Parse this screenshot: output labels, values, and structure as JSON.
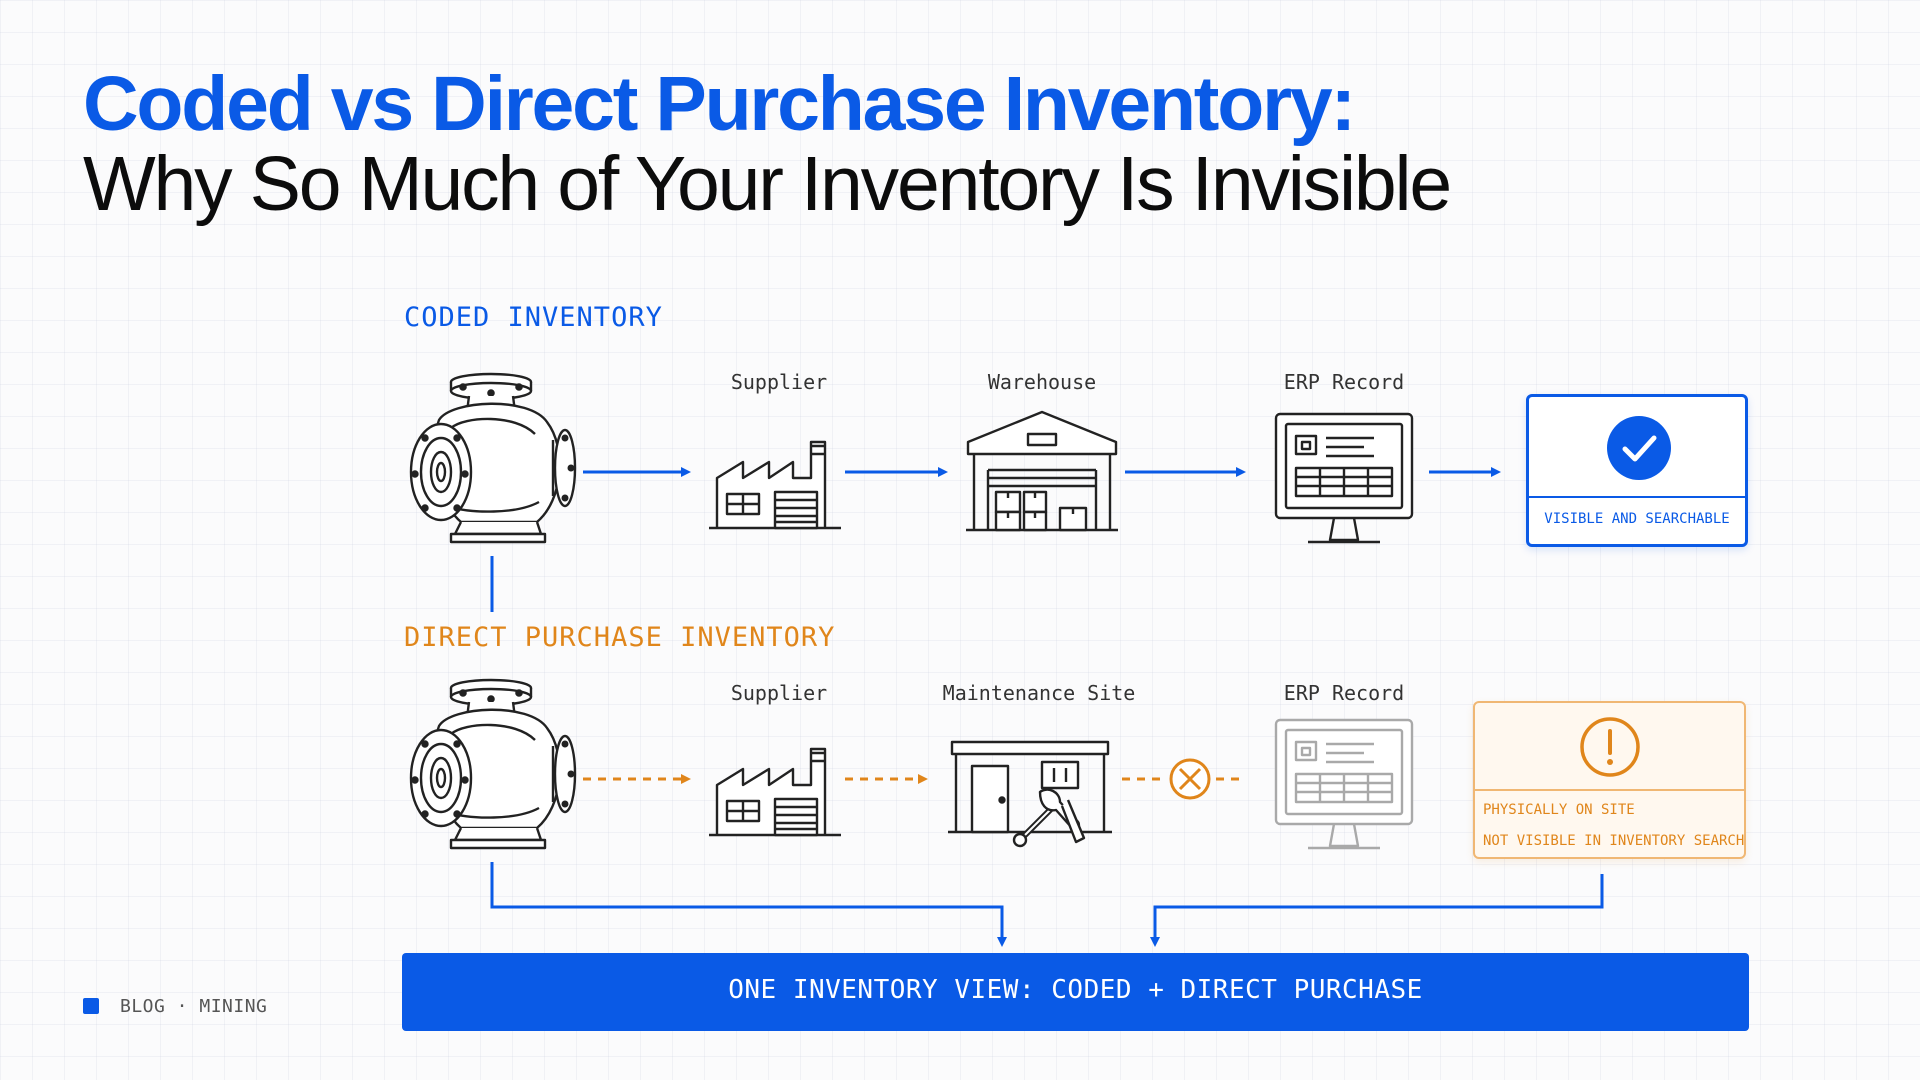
{
  "header": {
    "title": "Coded vs Direct Purchase Inventory:",
    "subtitle": "Why So Much of Your Inventory Is Invisible"
  },
  "coded": {
    "heading": "CODED INVENTORY",
    "stages": [
      {
        "label": "Supplier",
        "icon": "factory-icon"
      },
      {
        "label": "Warehouse",
        "icon": "warehouse-icon"
      },
      {
        "label": "ERP Record",
        "icon": "computer-icon"
      }
    ],
    "status": "VISIBLE AND SEARCHABLE"
  },
  "direct": {
    "heading": "DIRECT PURCHASE INVENTORY",
    "stages": [
      {
        "label": "Supplier",
        "icon": "factory-icon"
      },
      {
        "label": "Maintenance Site",
        "icon": "maintenance-shed-icon"
      },
      {
        "label": "ERP Record",
        "icon": "computer-icon"
      }
    ],
    "status_line1": "PHYSICALLY ON SITE",
    "status_line2": "NOT VISIBLE IN INVENTORY SEARCH"
  },
  "banner": {
    "text": "ONE INVENTORY VIEW: CODED + DIRECT PURCHASE"
  },
  "footer": {
    "text": "BLOG · MINING"
  },
  "colors": {
    "blue": "#0a5ae6",
    "orange": "#e0861b",
    "ink": "#222222",
    "faded": "#a9a9a9"
  }
}
